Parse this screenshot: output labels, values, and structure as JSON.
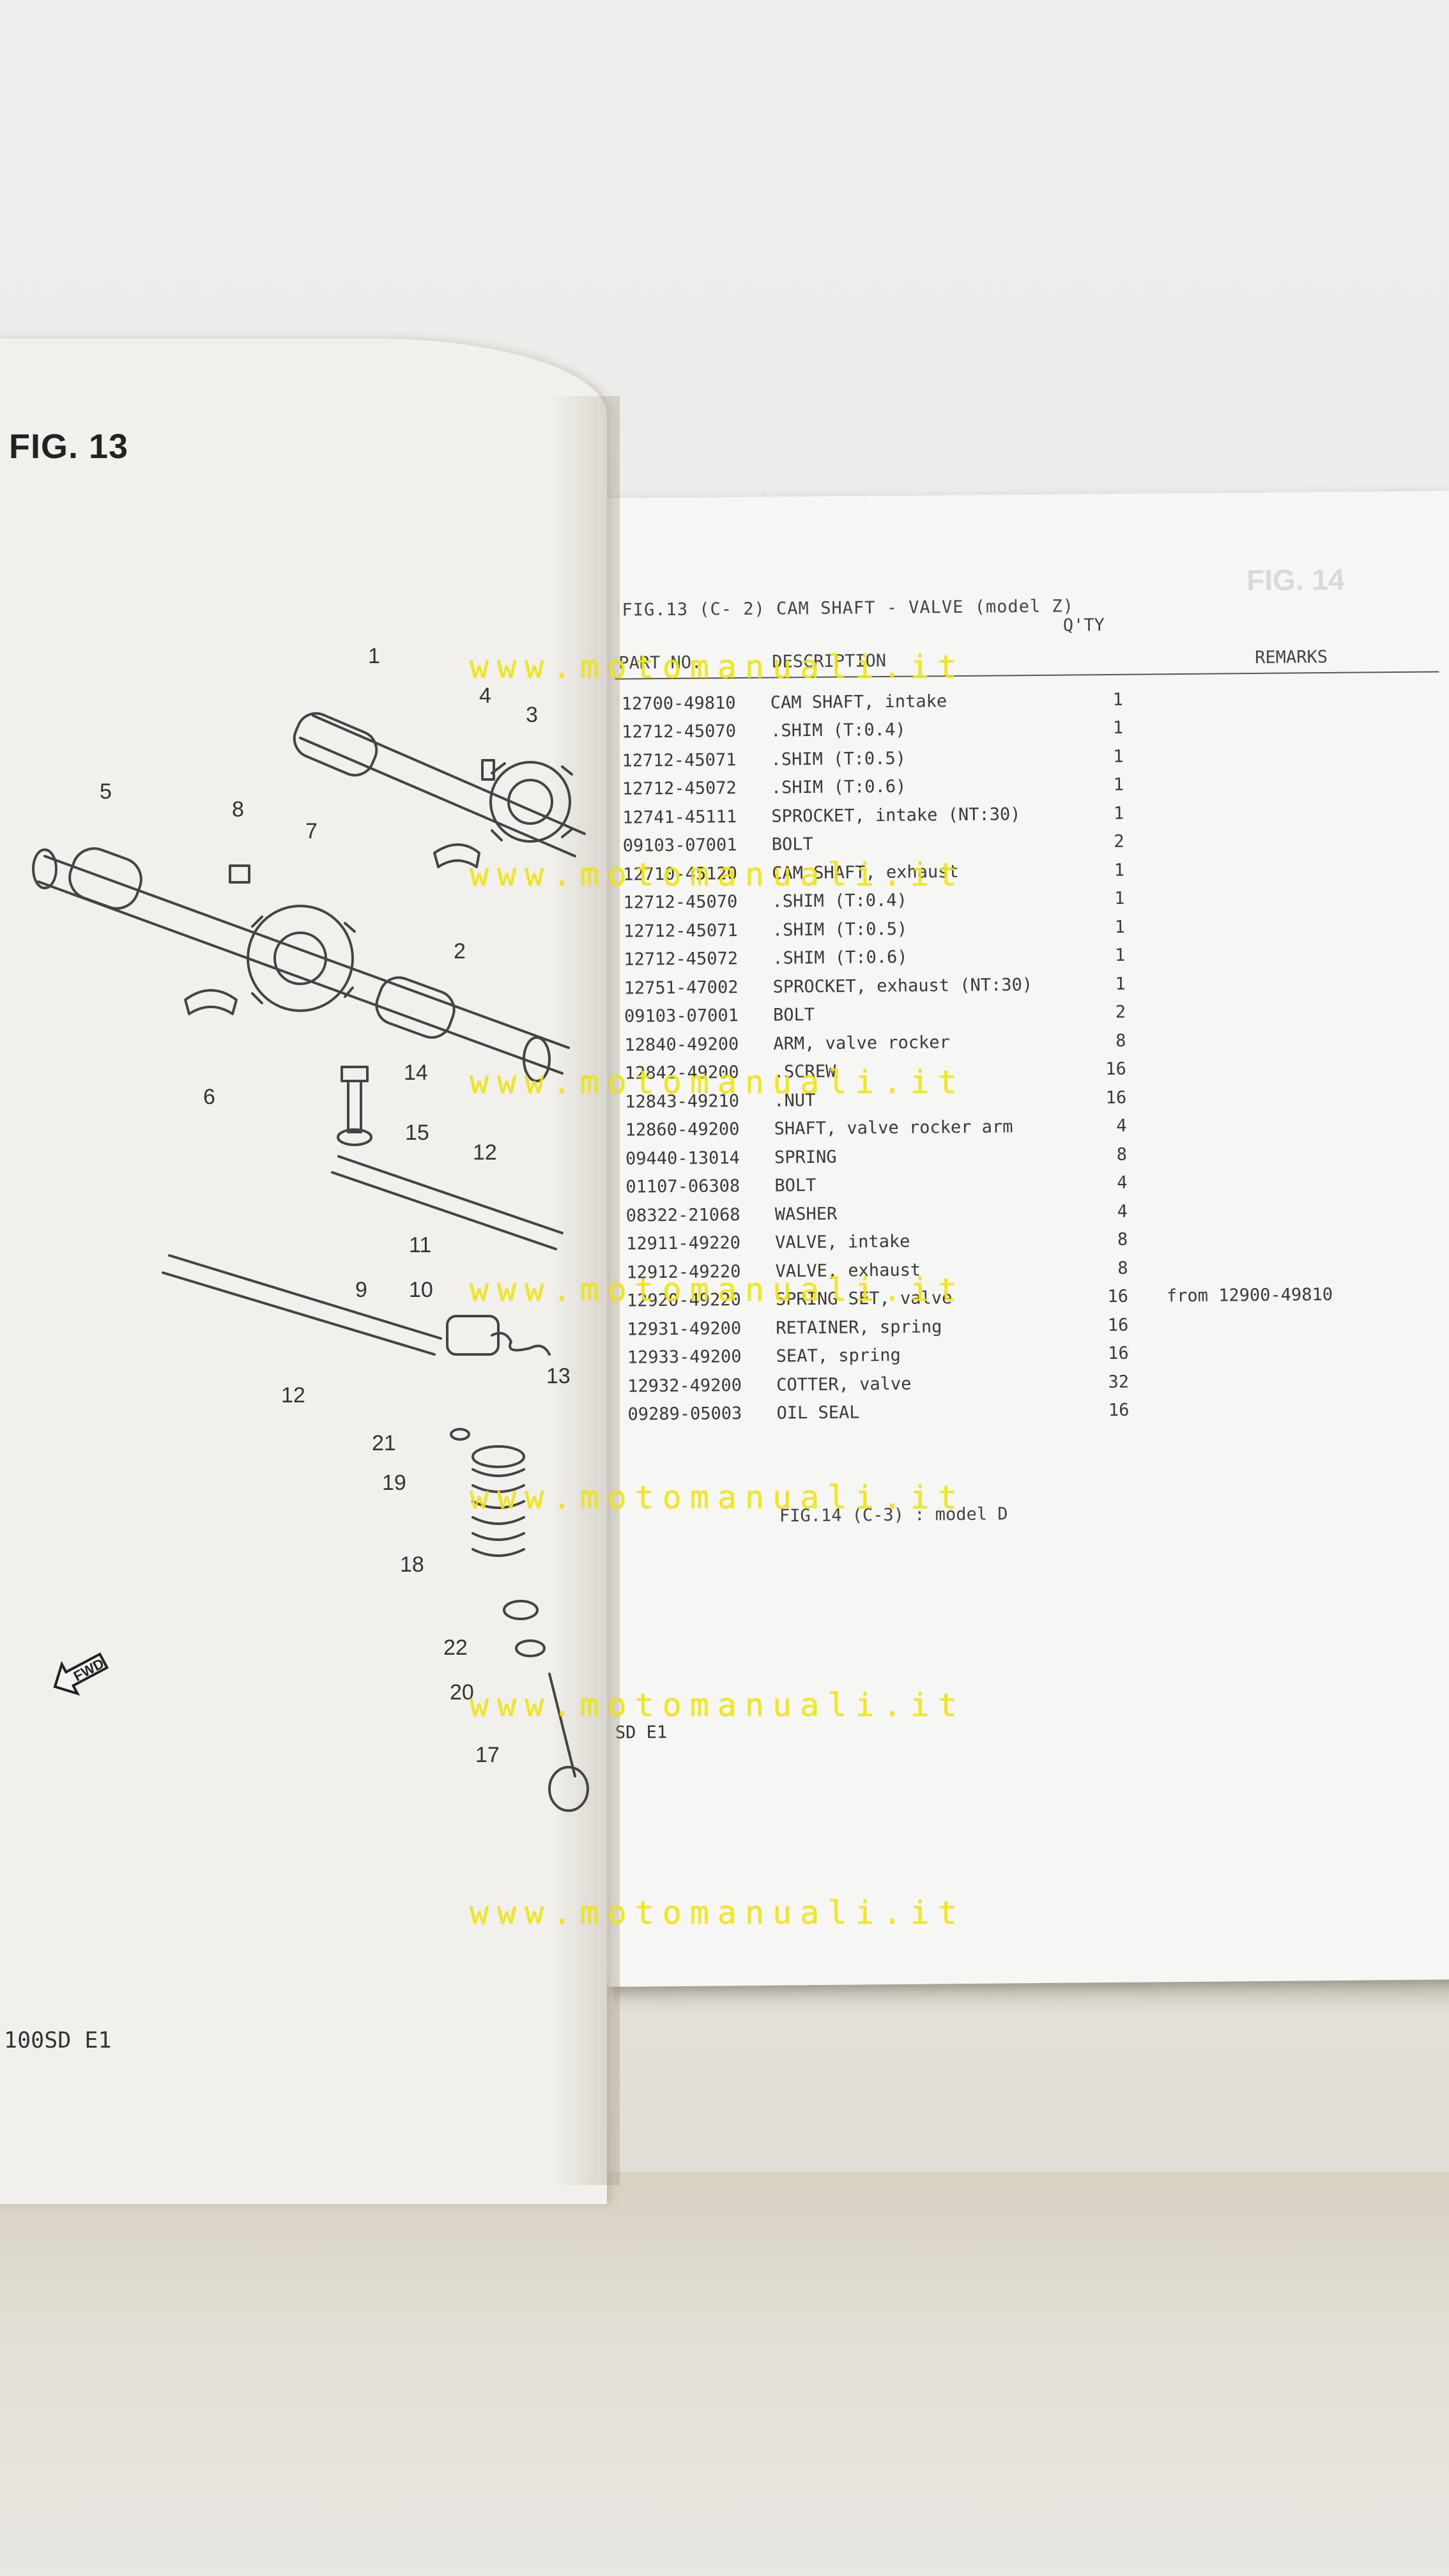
{
  "left_page": {
    "fig_title": "FIG. 13",
    "page_code": "100SD E1",
    "callouts": [
      "1",
      "2",
      "3",
      "4",
      "5",
      "6",
      "7",
      "8",
      "9",
      "10",
      "11",
      "12",
      "12",
      "13",
      "14",
      "15",
      "17",
      "18",
      "19",
      "20",
      "21",
      "22"
    ],
    "fwd_label": "FWD"
  },
  "right_page": {
    "faint_fig": "FIG. 14",
    "caption": "FIG.13 (C- 2) CAM SHAFT - VALVE (model Z)",
    "qty_header": "Q'TY",
    "col_part_no": "PART NO.",
    "col_description": "DESCRIPTION",
    "col_remarks": "REMARKS",
    "rows": [
      {
        "part_no": "12700-49810",
        "description": "CAM SHAFT, intake",
        "qty": "1",
        "remarks": ""
      },
      {
        "part_no": "12712-45070",
        "description": ".SHIM (T:0.4)",
        "qty": "1",
        "remarks": ""
      },
      {
        "part_no": "12712-45071",
        "description": ".SHIM (T:0.5)",
        "qty": "1",
        "remarks": ""
      },
      {
        "part_no": "12712-45072",
        "description": ".SHIM (T:0.6)",
        "qty": "1",
        "remarks": ""
      },
      {
        "part_no": "12741-45111",
        "description": "SPROCKET, intake (NT:30)",
        "qty": "1",
        "remarks": ""
      },
      {
        "part_no": "09103-07001",
        "description": "BOLT",
        "qty": "2",
        "remarks": ""
      },
      {
        "part_no": "12710-45120",
        "description": "CAM SHAFT, exhaust",
        "qty": "1",
        "remarks": ""
      },
      {
        "part_no": "12712-45070",
        "description": ".SHIM (T:0.4)",
        "qty": "1",
        "remarks": ""
      },
      {
        "part_no": "12712-45071",
        "description": ".SHIM (T:0.5)",
        "qty": "1",
        "remarks": ""
      },
      {
        "part_no": "12712-45072",
        "description": ".SHIM (T:0.6)",
        "qty": "1",
        "remarks": ""
      },
      {
        "part_no": "12751-47002",
        "description": "SPROCKET, exhaust (NT:30)",
        "qty": "1",
        "remarks": ""
      },
      {
        "part_no": "09103-07001",
        "description": "BOLT",
        "qty": "2",
        "remarks": ""
      },
      {
        "part_no": "12840-49200",
        "description": "ARM, valve rocker",
        "qty": "8",
        "remarks": ""
      },
      {
        "part_no": "12842-49200",
        "description": ".SCREW",
        "qty": "16",
        "remarks": ""
      },
      {
        "part_no": "12843-49210",
        "description": ".NUT",
        "qty": "16",
        "remarks": ""
      },
      {
        "part_no": "12860-49200",
        "description": "SHAFT, valve rocker arm",
        "qty": "4",
        "remarks": ""
      },
      {
        "part_no": "09440-13014",
        "description": "SPRING",
        "qty": "8",
        "remarks": ""
      },
      {
        "part_no": "01107-06308",
        "description": "BOLT",
        "qty": "4",
        "remarks": ""
      },
      {
        "part_no": "08322-21068",
        "description": "WASHER",
        "qty": "4",
        "remarks": ""
      },
      {
        "part_no": "12911-49220",
        "description": "VALVE, intake",
        "qty": "8",
        "remarks": ""
      },
      {
        "part_no": "12912-49220",
        "description": "VALVE, exhaust",
        "qty": "8",
        "remarks": ""
      },
      {
        "part_no": "12920-49220",
        "description": "SPRING SET, valve",
        "qty": "16",
        "remarks": "from 12900-49810"
      },
      {
        "part_no": "12931-49200",
        "description": "RETAINER, spring",
        "qty": "16",
        "remarks": ""
      },
      {
        "part_no": "12933-49200",
        "description": "SEAT, spring",
        "qty": "16",
        "remarks": ""
      },
      {
        "part_no": "12932-49200",
        "description": "COTTER, valve",
        "qty": "32",
        "remarks": ""
      },
      {
        "part_no": "09289-05003",
        "description": "OIL SEAL",
        "qty": "16",
        "remarks": ""
      }
    ],
    "model_note": "FIG.14 (C-3) : model D",
    "page_code": "SD E1"
  },
  "watermark": "www.motomanuali.it",
  "colors": {
    "watermark": "#f2e800",
    "paper": "#f4f4f2",
    "ink": "#3a3a3a"
  }
}
